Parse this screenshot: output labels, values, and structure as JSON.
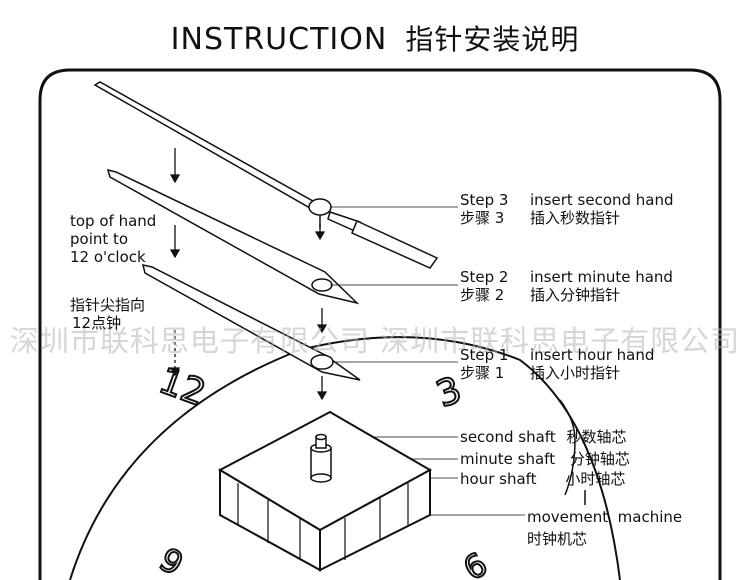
{
  "title": {
    "en": "INSTRUCTION",
    "cn": "指针安装说明"
  },
  "steps": [
    {
      "en_num": "Step 3",
      "en_text": "insert second hand",
      "cn_num": "步骤 3",
      "cn_text": "插入秒数指针"
    },
    {
      "en_num": "Step 2",
      "en_text": "insert minute hand",
      "cn_num": "步骤 2",
      "cn_text": "插入分钟指针"
    },
    {
      "en_num": "Step 1",
      "en_text": "insert hour hand",
      "cn_num": "步骤 1",
      "cn_text": "插入小时指针"
    }
  ],
  "top_note": {
    "line1": "top of hand",
    "line2": "point to",
    "line3": "12 o'clock"
  },
  "top_note_cn": {
    "line1": "指针尖指向",
    "line2": "12点钟"
  },
  "shafts": [
    {
      "en": "second shaft",
      "cn": "秒数轴芯"
    },
    {
      "en": "minute shaft",
      "cn": "分钟轴芯"
    },
    {
      "en": "hour shaft",
      "cn": "小时轴芯"
    }
  ],
  "movement": {
    "en": "movement  machine",
    "cn": "时钟机芯"
  },
  "dial_numbers": {
    "twelve": "12",
    "three": "3",
    "nine": "9",
    "six": "6"
  },
  "watermark": "深圳市联科思电子有限公司 深圳市联科思电子有限公司"
}
